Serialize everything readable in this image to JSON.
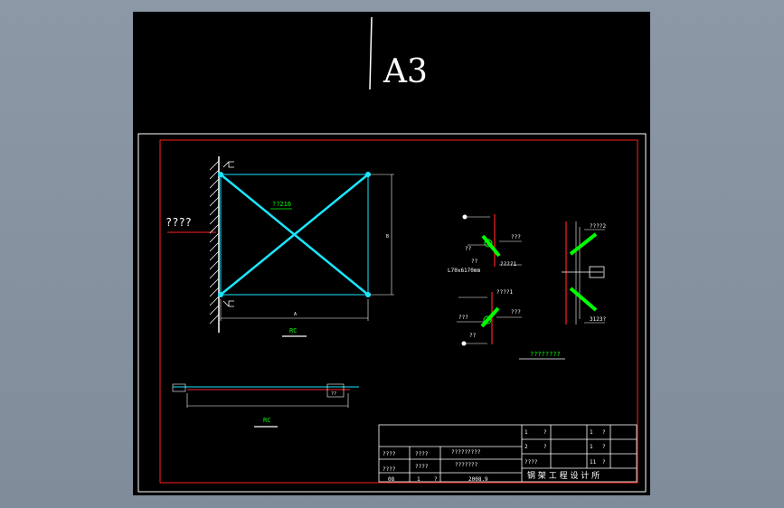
{
  "header": {
    "sheet_size": "A3"
  },
  "main_view": {
    "wall_label": "????",
    "brace_label": "??216",
    "dim_horizontal": "A",
    "dim_vertical": "B",
    "view_label": "RC"
  },
  "details": {
    "top_left_a": "???",
    "top_left_b": "??",
    "top_left_c": "????1",
    "top_left_d": "??",
    "angle_spec": "L70x6170mm",
    "bottom_left_a": "????1",
    "bottom_left_b": "???",
    "bottom_left_c": "???",
    "bottom_left_d": "??",
    "right_top": "????2",
    "right_bottom": "3123?",
    "caption": "????????"
  },
  "side_view": {
    "label": "RC",
    "note": "??"
  },
  "title_block": {
    "r1": [
      "????",
      "????",
      "?????????"
    ],
    "r2": [
      "????",
      "????",
      "???????"
    ],
    "r3": [
      "08",
      "1",
      "?",
      "2008.9"
    ],
    "mid": [
      "1",
      "?",
      "2",
      "?",
      "????"
    ],
    "right": [
      "1",
      "?",
      "1",
      "?",
      "11",
      "?"
    ],
    "company": "钢 架 工 程 设 计 所"
  },
  "colors": {
    "background": "#000000",
    "frame": "#ffffff",
    "border_red": "#ff0000",
    "brace": "#00ffff",
    "label_green": "#00ff00"
  }
}
